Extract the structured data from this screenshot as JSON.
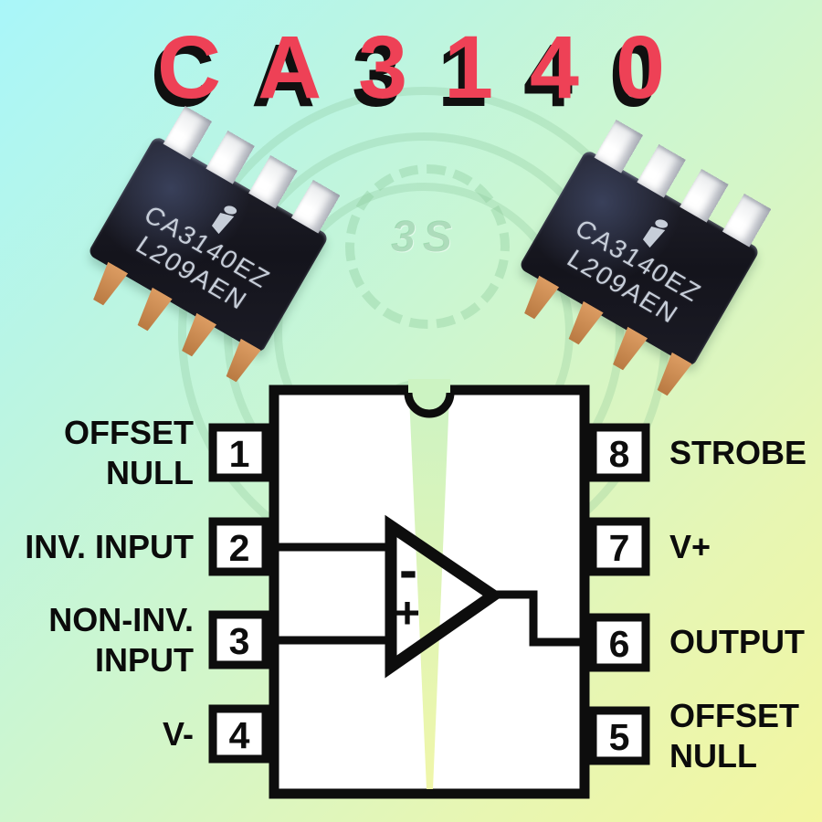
{
  "title": {
    "text": "CA3140"
  },
  "watermark": {
    "text": "3S"
  },
  "chips": {
    "left": {
      "line1": "CA3140EZ",
      "line2": "L209AEN"
    },
    "right": {
      "line1": "CA3140EZ",
      "line2": "L209AEN"
    }
  },
  "diagram": {
    "pins_left": [
      {
        "number": "1",
        "label": "OFFSET\nNULL"
      },
      {
        "number": "2",
        "label": "INV. INPUT"
      },
      {
        "number": "3",
        "label": "NON-INV.\nINPUT"
      },
      {
        "number": "4",
        "label": "V-"
      }
    ],
    "pins_right": [
      {
        "number": "8",
        "label": "STROBE"
      },
      {
        "number": "7",
        "label": "V+"
      },
      {
        "number": "6",
        "label": "OUTPUT"
      },
      {
        "number": "5",
        "label": "OFFSET\nNULL"
      }
    ],
    "opamp": {
      "inverting_sign": "-",
      "noninverting_sign": "+"
    }
  },
  "colors": {
    "title_red": "#ee4156",
    "shadow_black": "#101010",
    "line_black": "#0d0d0d",
    "bg_top_left": "#a9f6f9",
    "bg_bottom_right": "#f3f6a0",
    "chip_body": "#17171f",
    "chip_pin_copper": "#c98a50",
    "chip_marking": "#c7ced9"
  }
}
